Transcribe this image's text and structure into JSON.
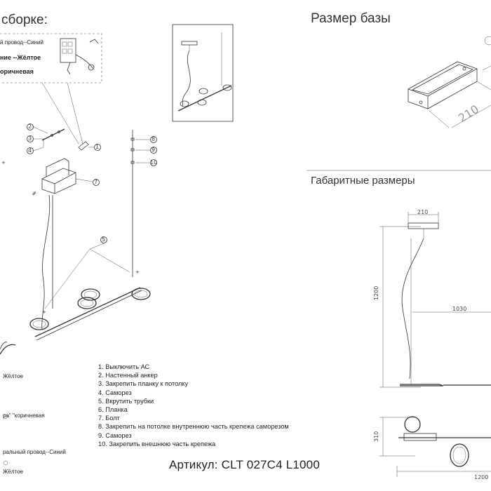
{
  "headings": {
    "assembly": "сборке:",
    "base_size": "Размер базы",
    "overall": "Габаритные размеры"
  },
  "wiring": {
    "top_neutral": "й провод--Синий",
    "top_ground": "ние --Жёлтое",
    "top_phase": "оричневая",
    "bottom_ground": "Жёлтое",
    "bottom_phase": "ра\" \"коричневая",
    "bottom_neutral": "ральный провод--Синий",
    "bottom_ground2": "Жёлтое"
  },
  "dimensions": {
    "base_width": "210",
    "base_diag": "210",
    "canopy": "210",
    "height": "1200",
    "arm": "1030",
    "depth": "310",
    "length": "1200"
  },
  "steps": [
    "1. Выключить АС",
    "2. Настенный анкер",
    "3. Закрепить планку к потолку",
    "4. Саморез",
    "5. Вкрутить трубки",
    "6. Планка",
    "7. Болт",
    "8. Закрепить на потолке внутреннюю часть крепежа саморезом",
    "9. Саморез",
    "10. Закрепить внешнюю часть крепежа"
  ],
  "article": "Артикул: CLT 027C4 L1000",
  "callouts": {
    "left_column": [
      "2",
      "3",
      "4"
    ],
    "right_column": [
      "8",
      "9",
      "10"
    ],
    "bracket": "1",
    "plate": "7",
    "arm_callout": "5"
  },
  "colors": {
    "line": "#333333",
    "text": "#222222",
    "background": "#ffffff"
  }
}
